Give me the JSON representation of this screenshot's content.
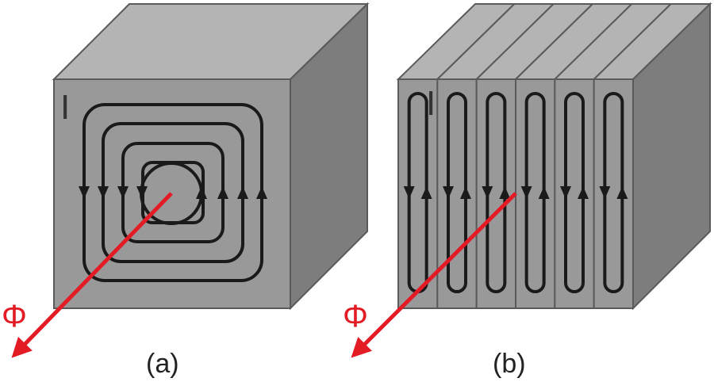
{
  "diagram": {
    "panels": [
      {
        "caption": "(a)",
        "current_label": "I",
        "flux_label": "Φ",
        "loop_count": 5,
        "description_free": true
      },
      {
        "caption": "(b)",
        "current_label": "I",
        "flux_label": "Φ",
        "lamination_count": 6
      }
    ],
    "colors": {
      "block_front": "#999999",
      "block_top": "#b4b4b4",
      "block_side": "#7d7d7d",
      "edge": "#5a5a5a",
      "eddy_loop": "#1a1a1a",
      "flux_arrow": "#e21b24"
    }
  }
}
